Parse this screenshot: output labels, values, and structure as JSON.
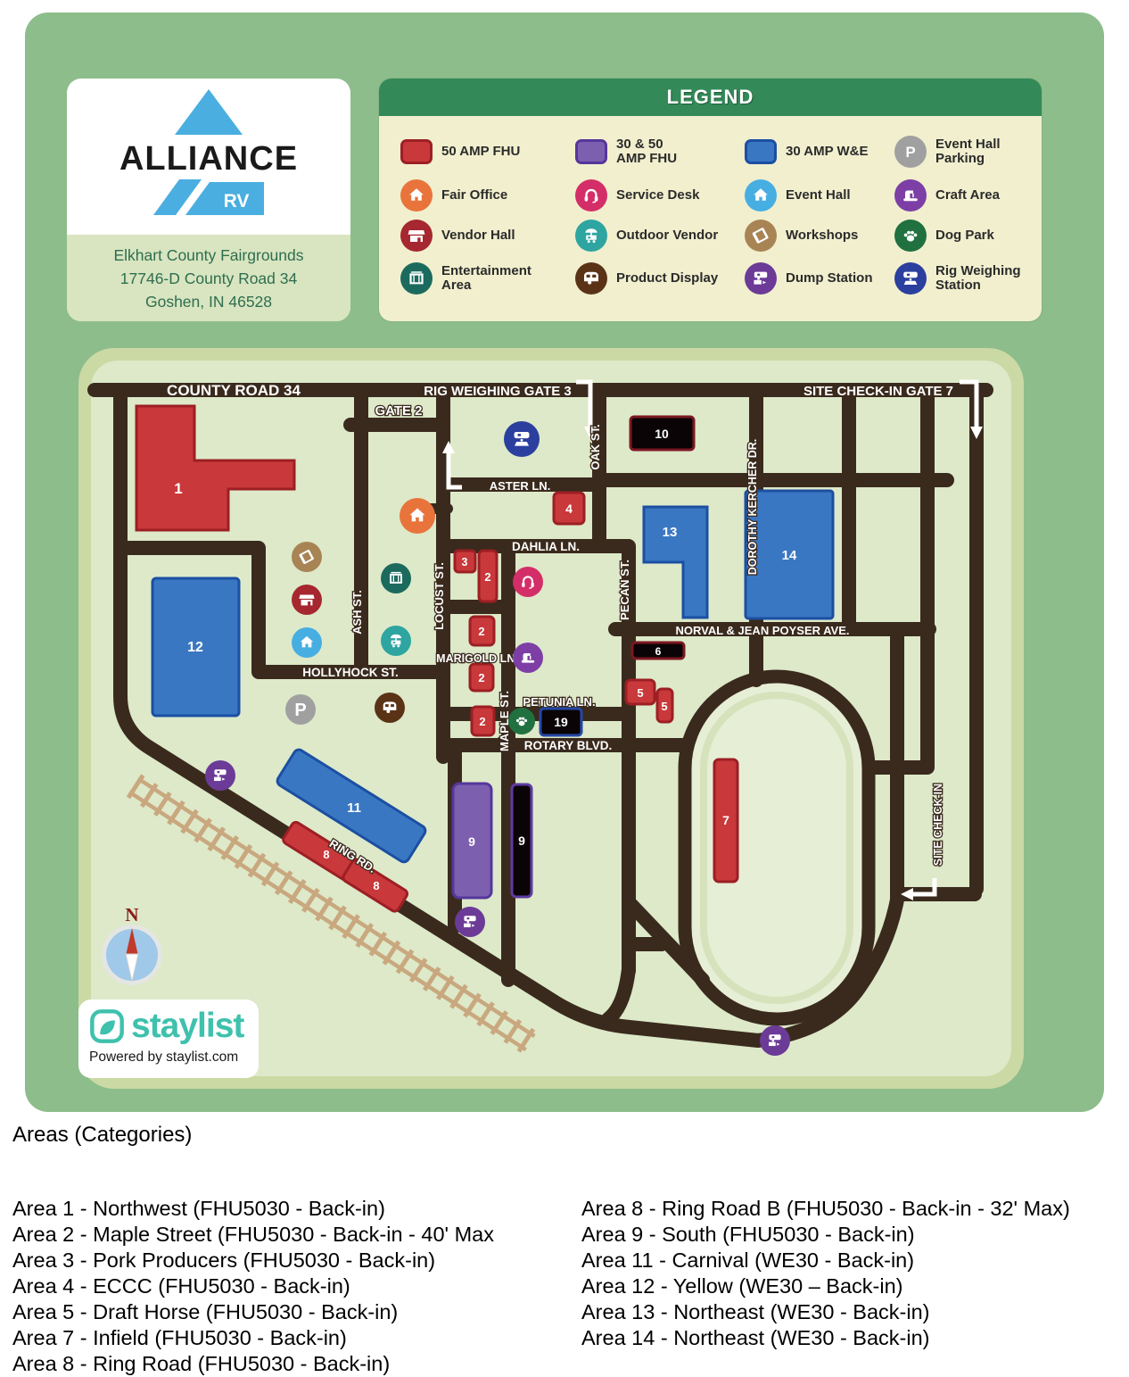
{
  "brand": {
    "name": "ALLIANCE",
    "rv": "RV",
    "address": [
      "Elkhart County Fairgrounds",
      "17746-D County Road 34",
      "Goshen, IN 46528"
    ]
  },
  "glyphs": {
    "parking": "P"
  },
  "legend": {
    "title": "LEGEND",
    "items": [
      {
        "label": "50 AMP FHU",
        "icon": "square-50amp",
        "swatch": "#c9383a",
        "border": "#9c1f24"
      },
      {
        "label": "30 & 50 AMP FHU",
        "icon": "square-3050amp",
        "swatch": "#7d5fb0",
        "border": "#55379b"
      },
      {
        "label": "30 AMP W&E",
        "icon": "square-30amp",
        "swatch": "#3a77c2",
        "border": "#1b4fa3"
      },
      {
        "label": "Event Hall Parking",
        "icon": "parking",
        "color": "#a0a0a0",
        "glyph": "P"
      },
      {
        "label": "Fair Office",
        "icon": "house",
        "color": "#e8743c"
      },
      {
        "label": "Service Desk",
        "icon": "headset",
        "color": "#d42e68"
      },
      {
        "label": "Event Hall",
        "icon": "house",
        "color": "#47aee2"
      },
      {
        "label": "Craft Area",
        "icon": "sewing",
        "color": "#7d3fa5"
      },
      {
        "label": "Vendor Hall",
        "icon": "store",
        "color": "#a6272f"
      },
      {
        "label": "Outdoor Vendor",
        "icon": "cart",
        "color": "#2ea5a0"
      },
      {
        "label": "Workshops",
        "icon": "book",
        "color": "#a88455"
      },
      {
        "label": "Dog Park",
        "icon": "paw",
        "color": "#20713f"
      },
      {
        "label": "Entertainment Area",
        "icon": "stage",
        "color": "#1c6a5e"
      },
      {
        "label": "Product Display",
        "icon": "trailer",
        "color": "#5a3317"
      },
      {
        "label": "Dump Station",
        "icon": "dump",
        "color": "#6b3b97"
      },
      {
        "label": "Rig Weighing Station",
        "icon": "rigweigh",
        "color": "#2b3f9e"
      }
    ]
  },
  "map": {
    "labels": {
      "county_road_34": "COUNTY ROAD 34",
      "rig_weighing_gate_3": "RIG WEIGHING GATE 3",
      "site_checkin_gate_7": "SITE CHECK-IN GATE 7",
      "gate_2": "GATE 2",
      "aster_ln": "ASTER LN.",
      "oak_st": "OAK ST.",
      "dahlia_ln": "DAHLIA LN.",
      "ash_st": "ASH ST.",
      "locust_st": "LOCUST ST.",
      "pecan_st": "PECAN ST.",
      "dorothy_kercher_dr": "DOROTHY KERCHER DR.",
      "norval_jean_poyser_ave": "NORVAL & JEAN POYSER AVE.",
      "marigold_ln": "MARIGOLD LN.",
      "hollyhock_st": "HOLLYHOCK ST.",
      "maple_st": "MAPLE ST.",
      "petunia_ln": "PETUNIA LN.",
      "rotary_blvd": "ROTARY BLVD.",
      "ring_rd": "RING RD.",
      "site_checkin": "SITE CHECK-IN"
    },
    "compass_n": "N",
    "areas": [
      {
        "n": "1"
      },
      {
        "n": "12"
      },
      {
        "n": "13"
      },
      {
        "n": "14"
      },
      {
        "n": "10"
      },
      {
        "n": "4"
      },
      {
        "n": "3"
      },
      {
        "n": "2"
      },
      {
        "n": "2"
      },
      {
        "n": "2"
      },
      {
        "n": "2"
      },
      {
        "n": "6"
      },
      {
        "n": "5"
      },
      {
        "n": "5"
      },
      {
        "n": "19"
      },
      {
        "n": "7"
      },
      {
        "n": "11"
      },
      {
        "n": "8"
      },
      {
        "n": "8"
      },
      {
        "n": "9"
      },
      {
        "n": "9"
      }
    ],
    "icons": [
      "rig-weighing-station",
      "fair-office",
      "workshops",
      "vendor-hall",
      "event-hall",
      "entertainment-area",
      "outdoor-vendor",
      "service-desk",
      "craft-area",
      "event-hall-parking",
      "product-display",
      "dog-park",
      "dump-station",
      "dump-station",
      "dump-station"
    ]
  },
  "footer": {
    "logo": "staylist",
    "tagline": "Powered by staylist.com"
  },
  "areas_list": {
    "heading": "Areas (Categories)",
    "left": [
      "Area 1 - Northwest (FHU5030 - Back-in)",
      "Area 2 - Maple Street (FHU5030 - Back-in - 40' Max",
      "Area 3 - Pork Producers (FHU5030 - Back-in)",
      "Area 4 - ECCC (FHU5030 - Back-in)",
      "Area 5 - Draft Horse (FHU5030 - Back-in)",
      "Area 7 - Infield (FHU5030 - Back-in)",
      "Area 8 - Ring Road (FHU5030 - Back-in)"
    ],
    "right": [
      "Area 8 - Ring Road B (FHU5030 - Back-in - 32' Max)",
      "Area 9 - South (FHU5030 - Back-in)",
      "Area 11 - Carnival (WE30 - Back-in)",
      "Area 12 - Yellow (WE30 – Back-in)",
      "Area 13 - Northeast (WE30 - Back-in)",
      "Area 14 - Northeast (WE30 - Back-in)"
    ]
  }
}
